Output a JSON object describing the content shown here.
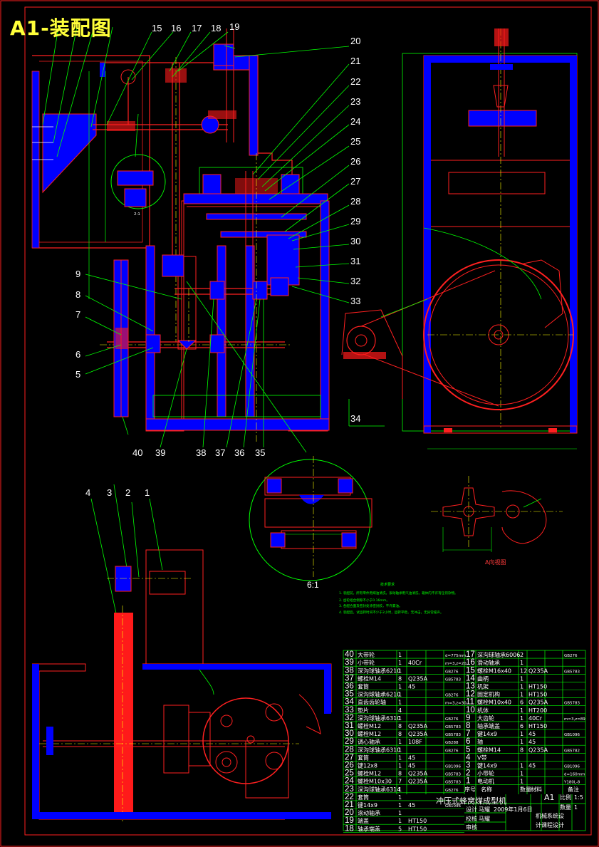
{
  "drawing": {
    "title": "A1-装配图",
    "view_label": "A向视图",
    "detail_label": "6:1",
    "detail_label_small": "2:1"
  },
  "callouts": {
    "top": [
      "15",
      "16",
      "17",
      "18",
      "19"
    ],
    "right": [
      "20",
      "21",
      "22",
      "23",
      "24",
      "25",
      "26",
      "27",
      "28",
      "29",
      "30",
      "31",
      "32",
      "33"
    ],
    "right_low": "34",
    "left": [
      "9",
      "8",
      "7",
      "6",
      "5"
    ],
    "bottom_row": [
      "40",
      "39",
      "38",
      "37",
      "36",
      "35"
    ],
    "lower_view": [
      "4",
      "3",
      "2",
      "1"
    ]
  },
  "notes": {
    "title": "技术要求",
    "lines": [
      "1. 装配前，所有零件用煤油清洗，滚动轴承用汽油清洗，箱体内不许有任何杂物。",
      "2. 齿轮啮合侧隙不小于0.16mm。",
      "3. 各配合面及密封处涂密封胶，不许漏油。",
      "4. 装配后，试运转时间不少于2小时，运转平稳，无冲击，无异常噪声。"
    ]
  },
  "bom": {
    "left": [
      {
        "no": "40",
        "name": "大带轮",
        "qty": "1",
        "mat": "",
        "std": "d=775mm"
      },
      {
        "no": "39",
        "name": "小带轮",
        "qty": "1",
        "mat": "40Cr",
        "std": "m=3,z=20"
      },
      {
        "no": "38",
        "name": "深沟球轴承6210",
        "qty": "1",
        "mat": "",
        "std": "GB276"
      },
      {
        "no": "37",
        "name": "螺栓M14",
        "qty": "8",
        "mat": "Q235A",
        "std": "GB5783"
      },
      {
        "no": "36",
        "name": "套筒",
        "qty": "1",
        "mat": "45",
        "std": ""
      },
      {
        "no": "35",
        "name": "深沟球轴承6210",
        "qty": "1",
        "mat": "",
        "std": "GB276"
      },
      {
        "no": "34",
        "name": "直齿齿轮轴",
        "qty": "1",
        "mat": "",
        "std": "m=3,z=30"
      },
      {
        "no": "33",
        "name": "垫片",
        "qty": "4",
        "mat": "",
        "std": ""
      },
      {
        "no": "32",
        "name": "深沟球轴承6310",
        "qty": "1",
        "mat": "",
        "std": "GB276"
      },
      {
        "no": "31",
        "name": "螺栓M12",
        "qty": "8",
        "mat": "Q235A",
        "std": "GB5783"
      },
      {
        "no": "30",
        "name": "螺栓M12",
        "qty": "8",
        "mat": "Q235A",
        "std": "GB5783"
      },
      {
        "no": "29",
        "name": "调心轴承",
        "qty": "1",
        "mat": "108F",
        "std": "GB288"
      },
      {
        "no": "28",
        "name": "深沟球轴承6310",
        "qty": "1",
        "mat": "",
        "std": "GB276"
      },
      {
        "no": "27",
        "name": "套筒",
        "qty": "1",
        "mat": "45",
        "std": ""
      },
      {
        "no": "26",
        "name": "键12x8",
        "qty": "1",
        "mat": "45",
        "std": "GB1096"
      },
      {
        "no": "25",
        "name": "螺栓M12",
        "qty": "8",
        "mat": "Q235A",
        "std": "GB5783"
      },
      {
        "no": "24",
        "name": "螺栓M10x30",
        "qty": "7",
        "mat": "Q235A",
        "std": "GB5783"
      },
      {
        "no": "23",
        "name": "深沟球轴承6314",
        "qty": "1",
        "mat": "",
        "std": "GB276"
      },
      {
        "no": "22",
        "name": "套筒",
        "qty": "1",
        "mat": "",
        "std": ""
      },
      {
        "no": "21",
        "name": "键14x9",
        "qty": "1",
        "mat": "45",
        "std": "GB1096"
      },
      {
        "no": "20",
        "name": "滚动轴承",
        "qty": "1",
        "mat": "",
        "std": ""
      },
      {
        "no": "19",
        "name": "端盖",
        "qty": "1",
        "mat": "HT150",
        "std": ""
      },
      {
        "no": "18",
        "name": "轴承端盖",
        "qty": "5",
        "mat": "HT150",
        "std": ""
      }
    ],
    "right": [
      {
        "no": "17",
        "name": "深沟球轴承6006",
        "qty": "2",
        "mat": "",
        "std": "GB276"
      },
      {
        "no": "16",
        "name": "滑动轴承",
        "qty": "1",
        "mat": "",
        "std": ""
      },
      {
        "no": "15",
        "name": "螺栓M16x40",
        "qty": "12",
        "mat": "Q235A",
        "std": "GB5783"
      },
      {
        "no": "14",
        "name": "曲柄",
        "qty": "1",
        "mat": "",
        "std": ""
      },
      {
        "no": "13",
        "name": "机架",
        "qty": "1",
        "mat": "HT150",
        "std": ""
      },
      {
        "no": "12",
        "name": "固定机构",
        "qty": "1",
        "mat": "HT150",
        "std": ""
      },
      {
        "no": "11",
        "name": "螺栓M10x40",
        "qty": "6",
        "mat": "Q235A",
        "std": "GB5783"
      },
      {
        "no": "10",
        "name": "机体",
        "qty": "1",
        "mat": "HT200",
        "std": ""
      },
      {
        "no": "9",
        "name": "大齿轮",
        "qty": "1",
        "mat": "40Cr",
        "std": "m=3,z=89"
      },
      {
        "no": "8",
        "name": "轴承端盖",
        "qty": "6",
        "mat": "HT150",
        "std": ""
      },
      {
        "no": "7",
        "name": "键14x9",
        "qty": "1",
        "mat": "45",
        "std": "GB1096"
      },
      {
        "no": "6",
        "name": "轴",
        "qty": "1",
        "mat": "45",
        "std": ""
      },
      {
        "no": "5",
        "name": "螺栓M14",
        "qty": "8",
        "mat": "Q235A",
        "std": "GB5782"
      },
      {
        "no": "4",
        "name": "V带",
        "qty": "",
        "mat": "",
        "std": ""
      },
      {
        "no": "3",
        "name": "键14x9",
        "qty": "1",
        "mat": "45",
        "std": "GB1096"
      },
      {
        "no": "2",
        "name": "小带轮",
        "qty": "1",
        "mat": "",
        "std": "d=160mm"
      },
      {
        "no": "1",
        "name": "电动机",
        "qty": "1",
        "mat": "",
        "std": "Y180L-8"
      }
    ],
    "headers": {
      "no": "序号",
      "name": "名称",
      "qty": "数量",
      "mat": "材料",
      "std": "备注"
    }
  },
  "title_block": {
    "product": "冲压式蜂窝煤成型机",
    "sheet": "A1",
    "scale_label": "比例",
    "scale": "1:5",
    "qty_label": "数量",
    "qty": "1",
    "designed_label": "设计",
    "designer": "马耀",
    "date": "2009年1月6日",
    "checked_label": "校核",
    "checker": "马耀",
    "approved_label": "审核",
    "school": "机械系统设",
    "course": "计课程设计"
  },
  "colors": {
    "frame": "#ff2020",
    "thin": "#00ff00",
    "body": "#0000ff",
    "part": "#ff1a1a",
    "center": "#ffff00",
    "accent": "#ff00ff",
    "text": "#ffffff",
    "title": "#ffff3a"
  }
}
